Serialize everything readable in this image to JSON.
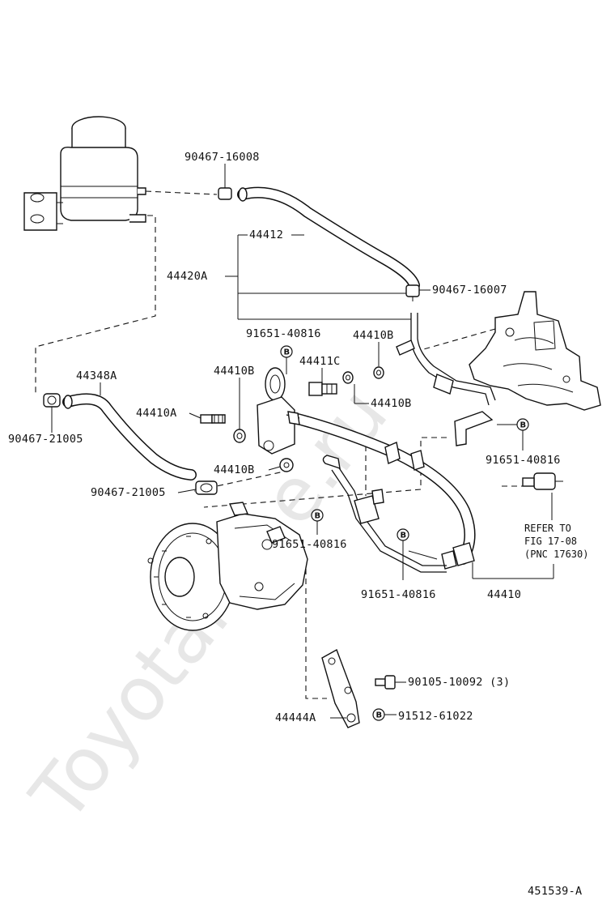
{
  "watermark": "ToyotaMine.ru",
  "figure_id": "451539-A",
  "labels": {
    "hose_clamp_top": "90467-16008",
    "hose_44412": "44412",
    "pipe_assy": "44420A",
    "hose_clamp_right": "90467-16007",
    "bolt_a": "91651-40816",
    "gasket_top": "44410B",
    "union_bolt": "44411C",
    "gasket_left": "44410B",
    "gasket_right": "44410B",
    "hose_44348a": "44348A",
    "union_44410a": "44410A",
    "clamp_left": "90467-21005",
    "clamp_left2": "90467-21005",
    "gasket_low": "44410B",
    "bolt_b": "91651-40816",
    "bolt_c": "91651-40816",
    "bolt_d": "91651-40816",
    "refer_line1": "REFER TO",
    "refer_line2": "FIG 17-08",
    "refer_line3": "(PNC 17630)",
    "pressure_hose": "44410",
    "bolt_90105": "90105-10092 (3)",
    "bracket": "44444A",
    "bolt_91512": "91512-61022",
    "marker_b": "B"
  }
}
